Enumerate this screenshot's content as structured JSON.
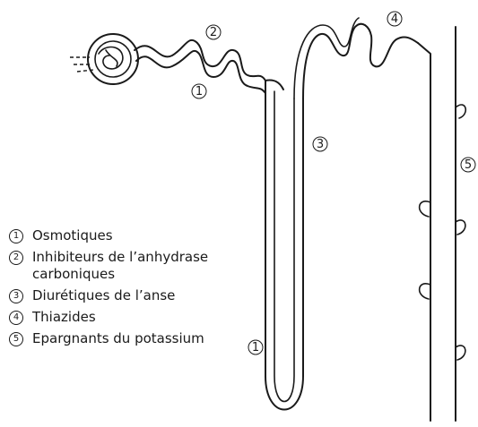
{
  "diagram": {
    "markers": [
      {
        "id": "osmotic-proximal",
        "number": "1"
      },
      {
        "id": "anhydrase",
        "number": "2"
      },
      {
        "id": "loop",
        "number": "3"
      },
      {
        "id": "thiazides",
        "number": "4"
      },
      {
        "id": "potassium-sparing",
        "number": "5"
      },
      {
        "id": "osmotic-descending",
        "number": "1"
      }
    ]
  },
  "legend": {
    "items": [
      {
        "number": "1",
        "label": "Osmotiques"
      },
      {
        "number": "2",
        "label": "Inhibiteurs de l’anhydrase carboniques"
      },
      {
        "number": "3",
        "label": "Diurétiques de l’anse"
      },
      {
        "number": "4",
        "label": "Thiazides"
      },
      {
        "number": "5",
        "label": "Epargnants du potassium"
      }
    ]
  },
  "colors": {
    "line": "#1a1a1a",
    "background": "#ffffff"
  }
}
